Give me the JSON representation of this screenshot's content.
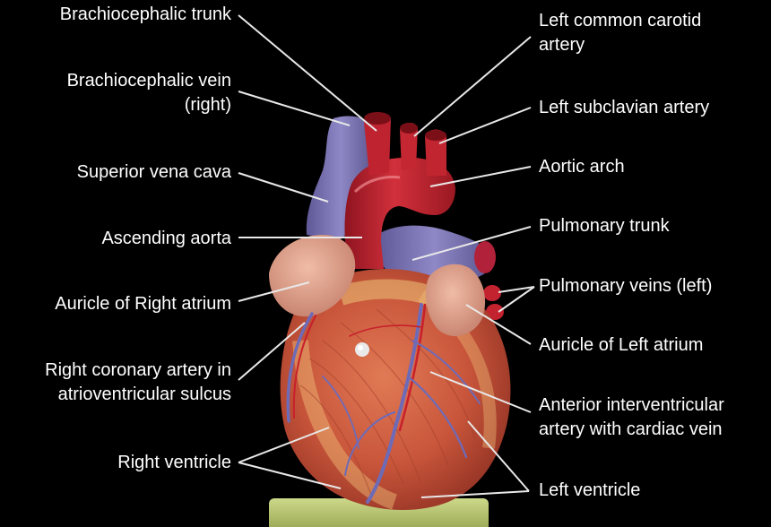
{
  "colors": {
    "background": "#000000",
    "label_text": "#ffffff",
    "leader_line": "#e8e8e8",
    "vein_blue": "#7f78b8",
    "artery_red": "#c4222e",
    "muscle": "#cf5a3e",
    "fat_yellow": "#e8c27a",
    "auricle_pink": "#e2a08b",
    "stand_green": "#b9c96a"
  },
  "labels": {
    "brachiocephalic_trunk": "Brachiocephalic trunk",
    "brachiocephalic_vein": "Brachiocephalic vein\n(right)",
    "superior_vena_cava": "Superior vena cava",
    "ascending_aorta": "Ascending aorta",
    "auricle_right_atrium": "Auricle of Right atrium",
    "right_coronary_artery": "Right coronary artery in\natrioventricular sulcus",
    "right_ventricle": "Right ventricle",
    "left_common_carotid": "Left common carotid\nartery",
    "left_subclavian": "Left subclavian artery",
    "aortic_arch": "Aortic arch",
    "pulmonary_trunk": "Pulmonary trunk",
    "pulmonary_veins_left": "Pulmonary veins (left)",
    "auricle_left_atrium": "Auricle of Left atrium",
    "anterior_interventricular": "Anterior interventricular\nartery with cardiac vein",
    "left_ventricle": "Left ventricle"
  }
}
